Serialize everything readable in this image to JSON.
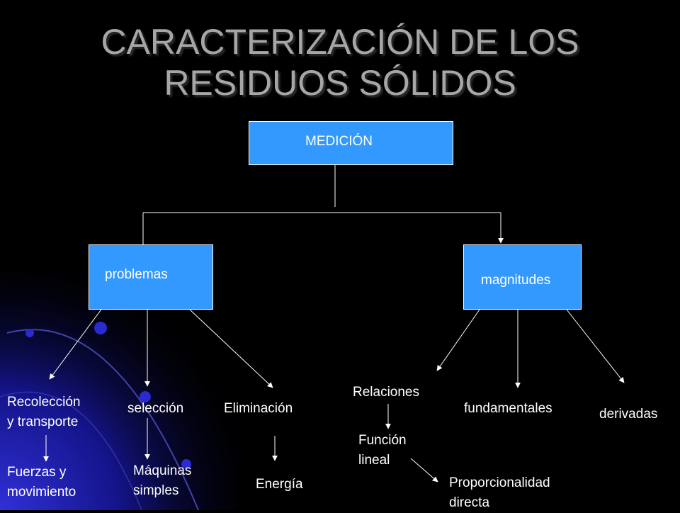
{
  "slide": {
    "title_line1": "CARACTERIZACIÓN DE LOS",
    "title_line2": "RESIDUOS SÓLIDOS"
  },
  "diagram": {
    "root": "MEDICIÓN",
    "left_branch": "problemas",
    "right_branch": "magnitudes",
    "problemas_children": {
      "recoleccion": "Recolección\ny transporte",
      "seleccion": "selección",
      "eliminacion": "Eliminación"
    },
    "problemas_leaves": {
      "fuerzas": "Fuerzas y\nmovimiento",
      "maquinas": "Máquinas\nsimples",
      "energia": "Energía"
    },
    "magnitudes_children": {
      "relaciones": "Relaciones",
      "fundamentales": "fundamentales",
      "derivadas": "derivadas"
    },
    "relaciones_chain": {
      "funcion": "Función\nlineal",
      "proporcionalidad": "Proporcionalidad\ndirecta"
    }
  },
  "colors": {
    "background": "#000000",
    "box_fill": "#3399ff",
    "title": "#a6a6a6",
    "text": "#ffffff",
    "accent_bottom_left": "#1a1aa0"
  }
}
